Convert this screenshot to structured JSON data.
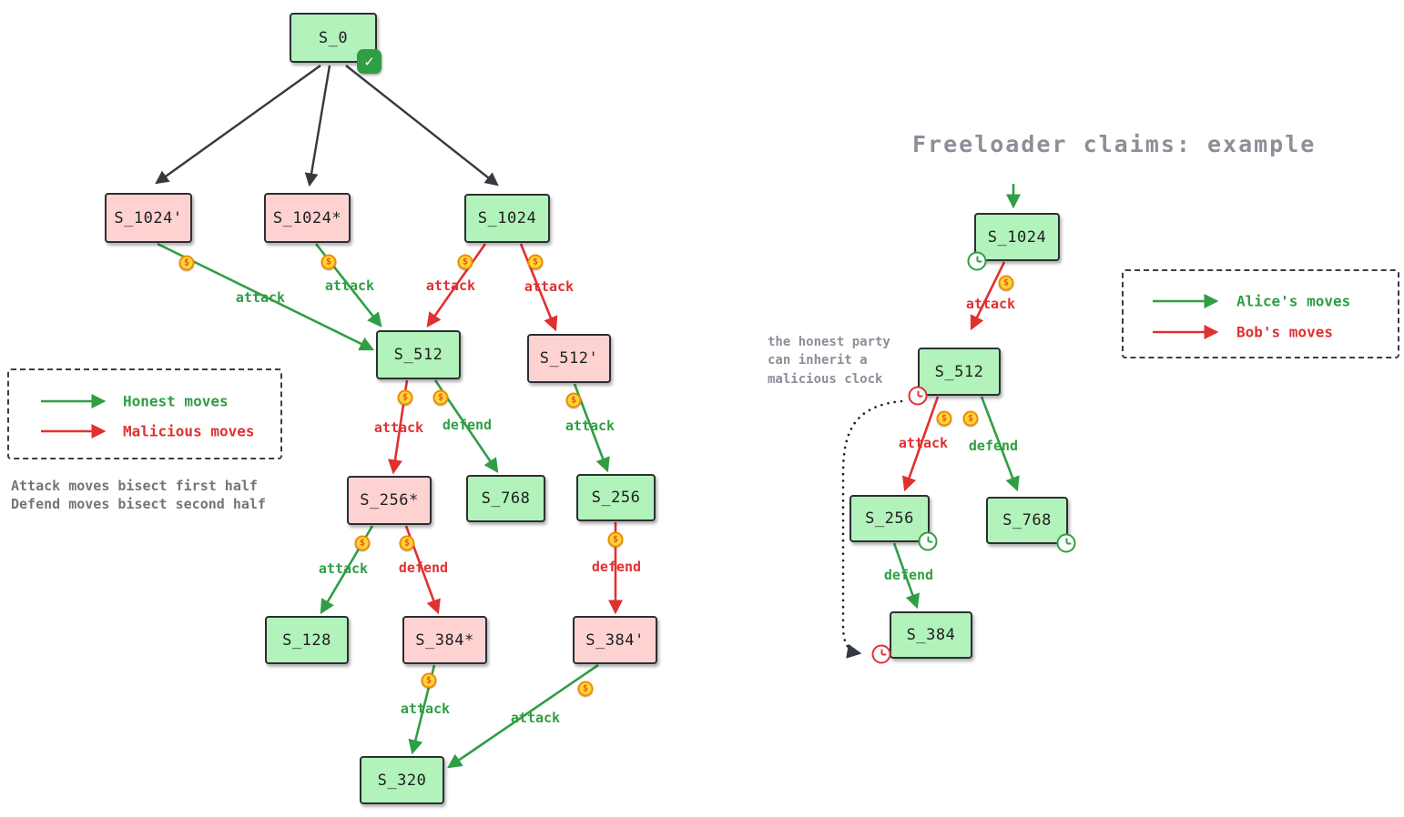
{
  "left_tree": {
    "nodes": {
      "s0": "S_0",
      "s1024_prime": "S_1024'",
      "s1024_star": "S_1024*",
      "s1024": "S_1024",
      "s512": "S_512",
      "s512_prime": "S_512'",
      "s256_star": "S_256*",
      "s768": "S_768",
      "s256": "S_256",
      "s128": "S_128",
      "s384_star": "S_384*",
      "s384_prime": "S_384'",
      "s320": "S_320"
    },
    "checkmark": "✓",
    "edges": {
      "s1024p_s512": "attack",
      "s1024s_s512": "attack",
      "s1024_s512": "attack",
      "s1024_s512p": "attack",
      "s512_s256s": "attack",
      "s512_s768": "defend",
      "s512p_s256": "attack",
      "s256s_s128": "attack",
      "s256s_s384s": "defend",
      "s256_s384p": "defend",
      "s384s_s320": "attack",
      "s384p_s320": "attack"
    },
    "legend": {
      "honest": "Honest moves",
      "malicious": "Malicious moves"
    },
    "note": {
      "line1": "Attack moves bisect first half",
      "line2": "Defend moves bisect second half"
    }
  },
  "right_tree": {
    "title": "Freeloader claims: example",
    "annotation": {
      "line1": "the honest party",
      "line2": "can inherit a",
      "line3": "malicious clock"
    },
    "nodes": {
      "s1024": "S_1024",
      "s512": "S_512",
      "s256": "S_256",
      "s768": "S_768",
      "s384": "S_384"
    },
    "edges": {
      "s1024_s512": "attack",
      "s512_s256": "attack",
      "s512_s768": "defend",
      "s256_s384": "defend"
    },
    "legend": {
      "alice": "Alice's moves",
      "bob": "Bob's moves"
    }
  },
  "icons": {
    "coin": "$"
  },
  "colors": {
    "honest_green": "#2f9e44",
    "malicious_red": "#e03131",
    "node_green": "#b2f2bb",
    "node_pink": "#ffd2d2",
    "coin_fill": "#ffd43b",
    "coin_border": "#f08c00",
    "muted_text": "#8a8f98",
    "arrow_black": "#343a40"
  }
}
